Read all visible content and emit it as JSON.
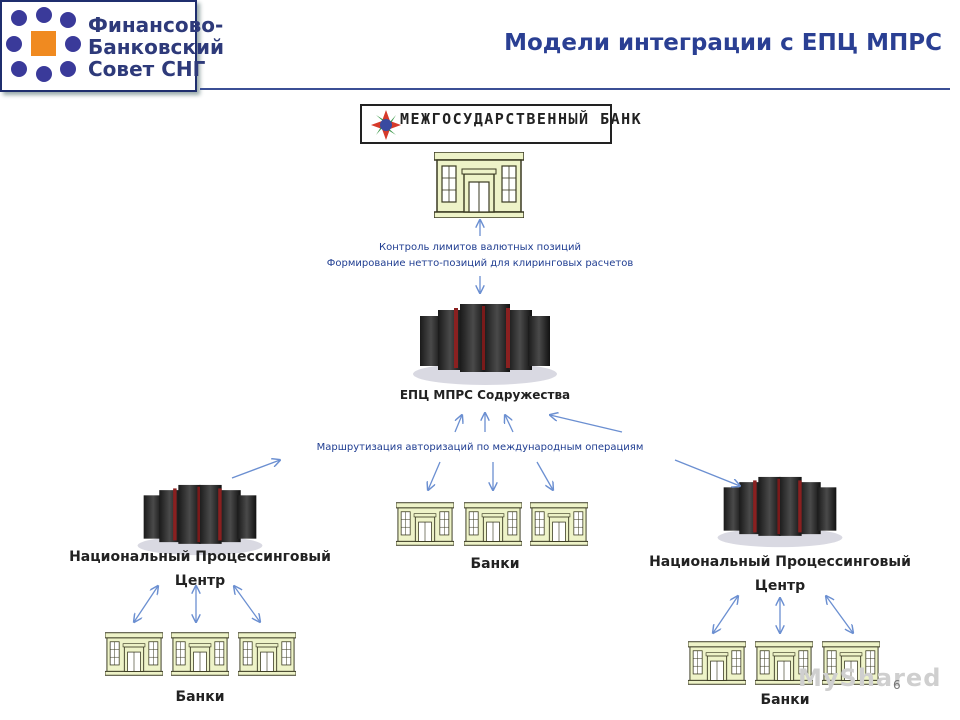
{
  "header": {
    "logo_line1": "Финансово-",
    "logo_line2": "Банковский",
    "logo_line3": "Совет СНГ",
    "title": "Модели интеграции с ЕПЦ МПРС"
  },
  "top_bank": {
    "name": "МЕЖГОСУДАРСТВЕННЫЙ БАНК"
  },
  "captions": {
    "limits": "Контроль лимитов валютных позиций",
    "netting": "Формирование нетто-позиций для клиринговых расчетов",
    "routing": "Маршрутизация авторизаций по международным операциям"
  },
  "nodes": {
    "epc": "ЕПЦ МПРС Содружества",
    "npc_left_l1": "Национальный Процессинговый",
    "npc_left_l2": "Центр",
    "npc_right_l1": "Национальный Процессинговый",
    "npc_right_l2": "Центр",
    "banks_center": "Банки",
    "banks_left": "Банки",
    "banks_right": "Банки"
  },
  "watermark": "MyShared",
  "page_number": "6",
  "colors": {
    "title": "#2a3f93",
    "caption": "#1f3d91",
    "arrow": "#6b8fd1",
    "building": "#eef3c8",
    "building_trim": "#4a4a2a",
    "logo_dots": "#3a3a9a",
    "logo_center": "#f08a20"
  }
}
